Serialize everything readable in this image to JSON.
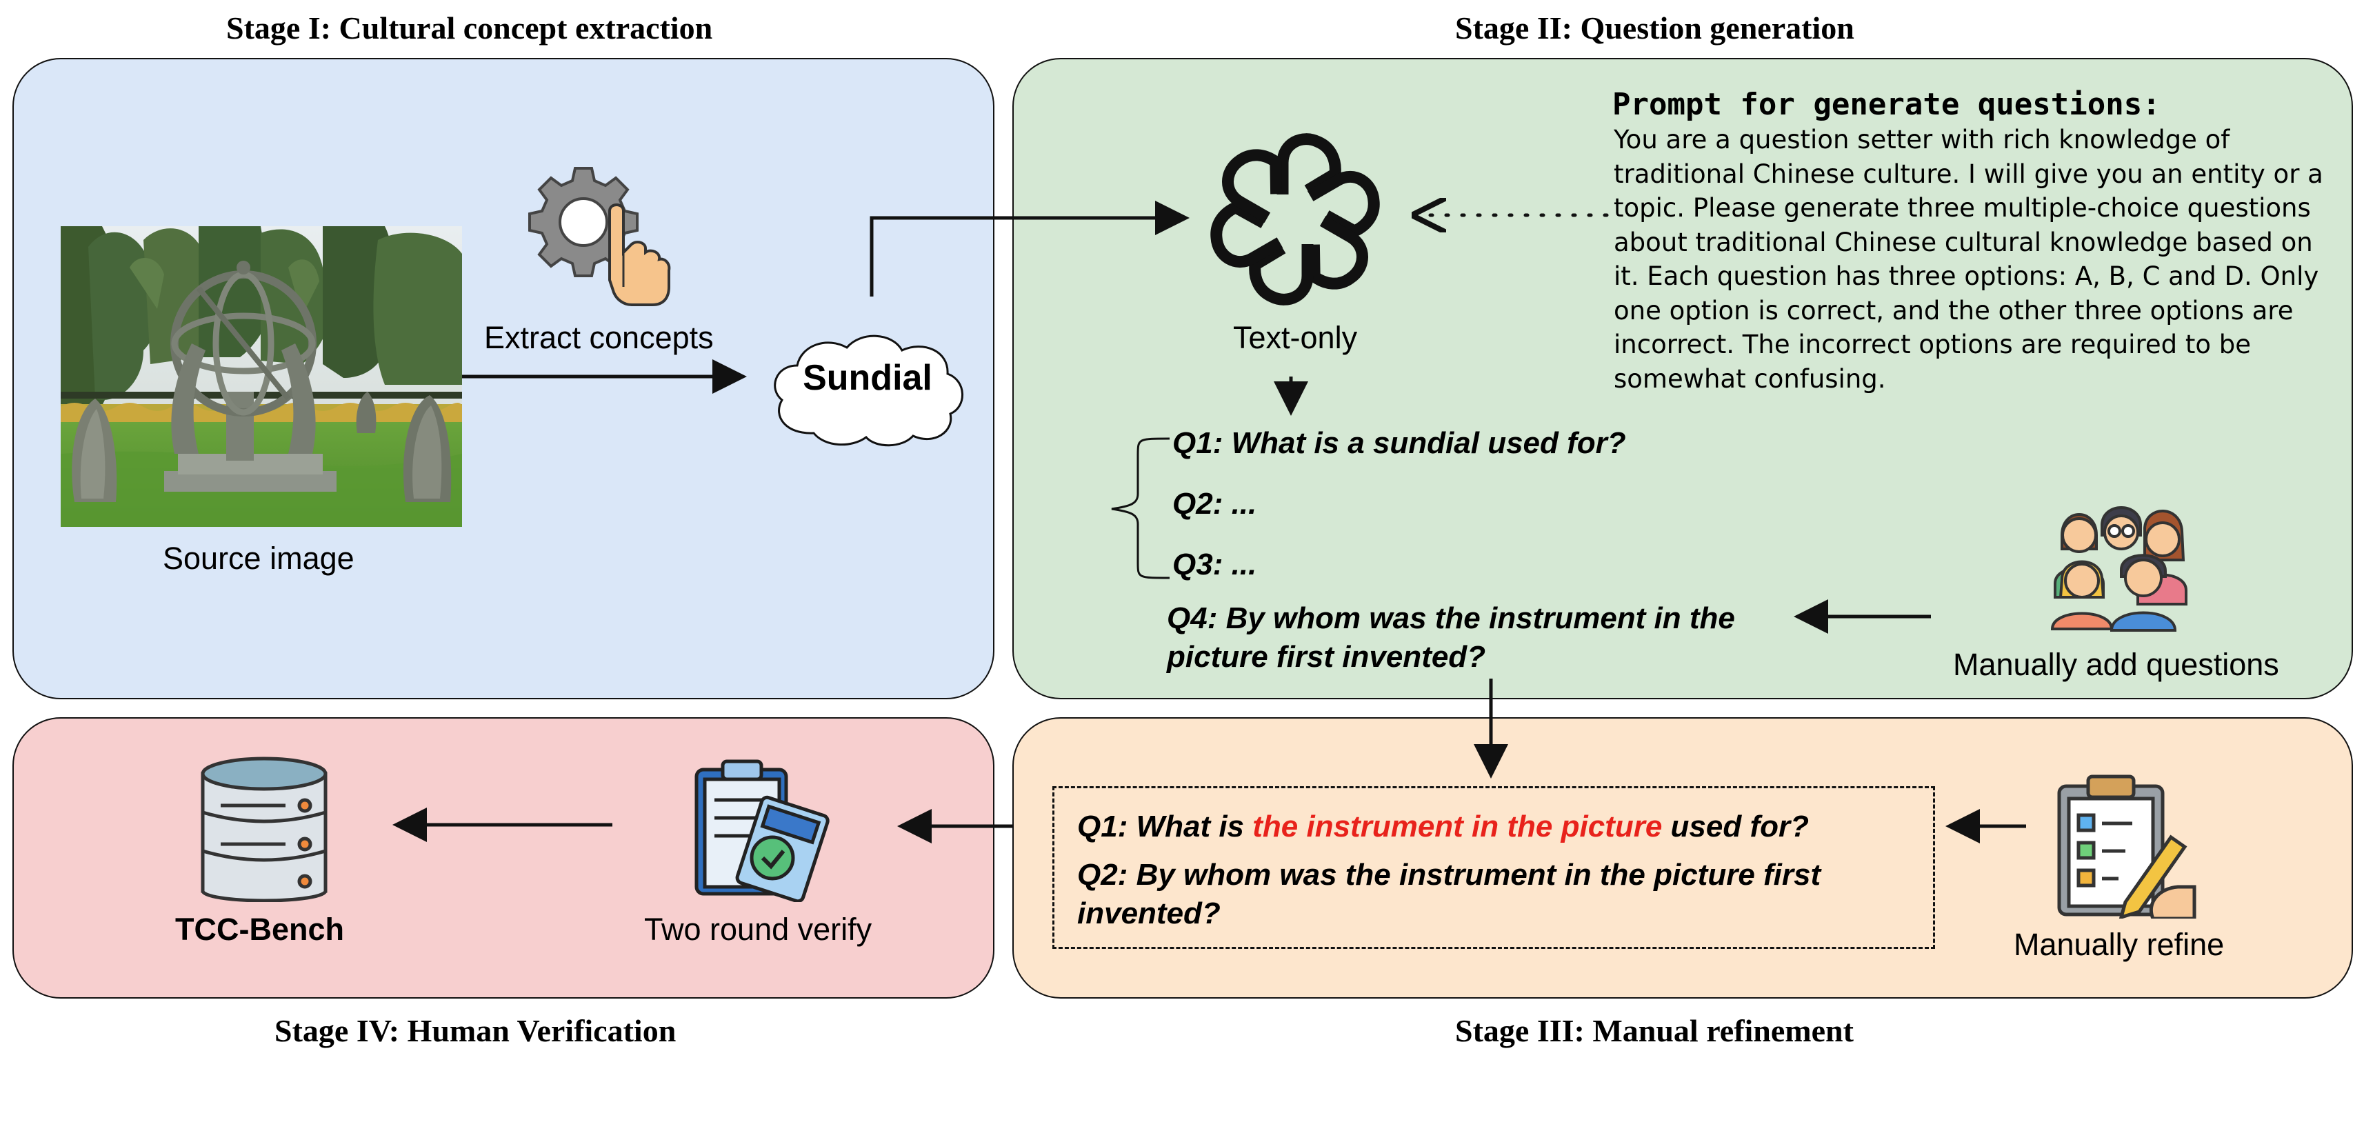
{
  "stages": {
    "stage1_title": "Stage I: Cultural concept extraction",
    "stage2_title": "Stage II: Question generation",
    "stage3_title": "Stage III: Manual refinement",
    "stage4_title": "Stage IV: Human Verification"
  },
  "stage1": {
    "source_image_label": "Source image",
    "extract_label": "Extract concepts",
    "concept": "Sundial"
  },
  "stage2": {
    "model_label": "Text-only",
    "prompt_title": "Prompt for generate questions:",
    "prompt_body": "You are a question setter with rich knowledge of traditional Chinese culture. I will give you an entity or a topic. Please generate three multiple-choice questions about traditional Chinese cultural knowledge based on it. Each question has three options: A, B, C and D. Only one option is correct, and the other three options are incorrect. The incorrect options are required to be somewhat confusing.",
    "q1": "Q1: What is a sundial used for?",
    "q2": "Q2: ...",
    "q3": "Q3: ...",
    "q4_line1": "Q4: By whom was the instrument in the",
    "q4_line2": "picture first invented?",
    "manual_add_label": "Manually add questions"
  },
  "stage3": {
    "q1_prefix": "Q1: What is ",
    "q1_highlight": "the instrument in the picture",
    "q1_suffix": " used for?",
    "q2_line1": "Q2: By whom was the instrument in the picture first",
    "q2_line2": "invented?",
    "refine_label": "Manually refine"
  },
  "stage4": {
    "verify_label": "Two round verify",
    "bench_label": "TCC-Bench"
  },
  "colors": {
    "stage1_bg": "#dae7f8",
    "stage2_bg": "#d5e8d4",
    "stage3_bg": "#fde6cd",
    "stage4_bg": "#f7cfcf",
    "highlight": "#e8221b"
  }
}
